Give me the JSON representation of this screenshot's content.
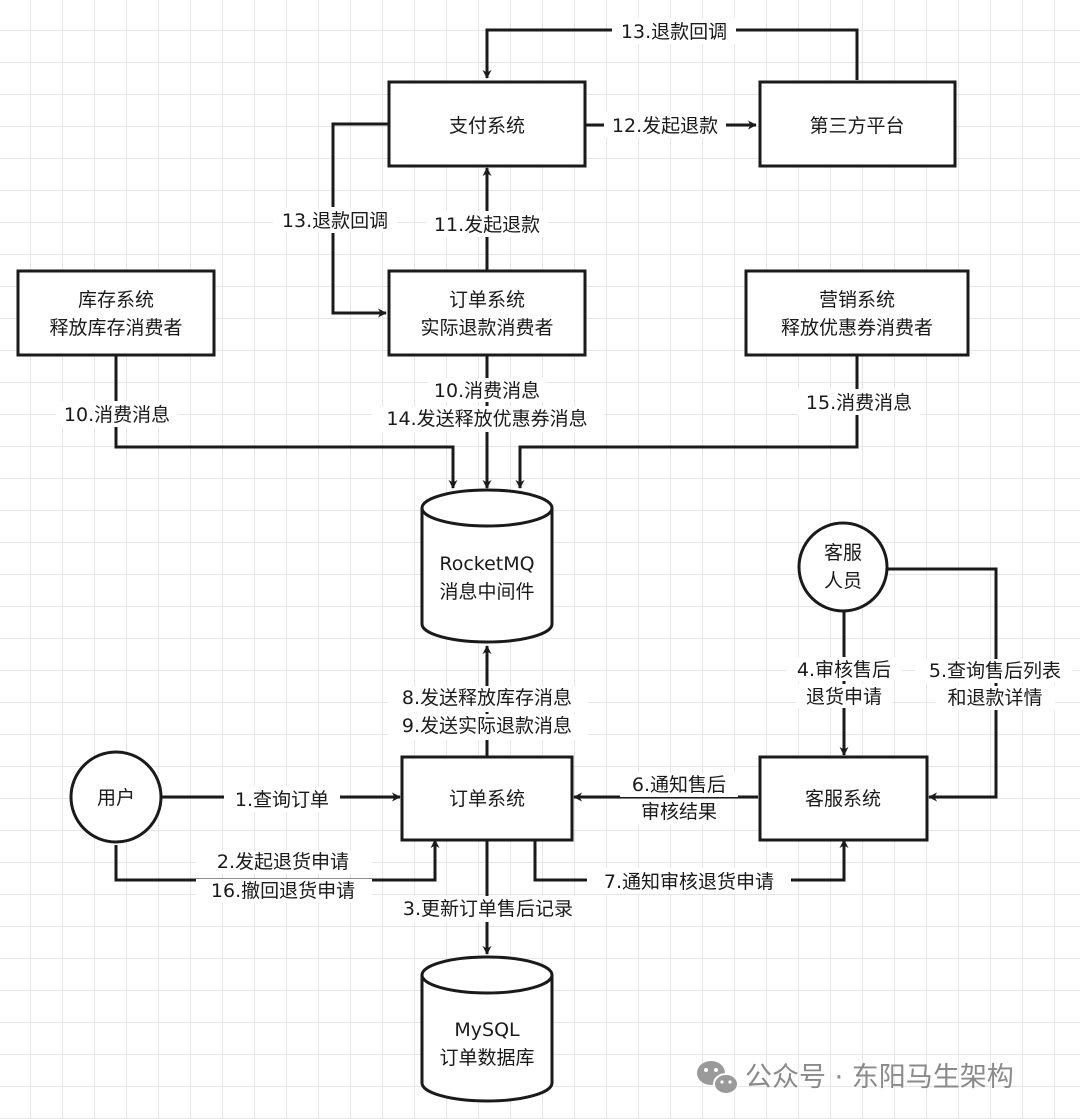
{
  "nodes": {
    "payment": "支付系统",
    "third_party": "第三方平台",
    "order_consumer": [
      "订单系统",
      "实际退款消费者"
    ],
    "inventory_consumer": [
      "库存系统",
      "释放库存消费者"
    ],
    "marketing_consumer": [
      "营销系统",
      "释放优惠券消费者"
    ],
    "rocketmq": [
      "RocketMQ",
      "消息中间件"
    ],
    "cs_staff": [
      "客服",
      "人员"
    ],
    "user": "用户",
    "order_system": "订单系统",
    "cs_system": "客服系统",
    "mysql": [
      "MySQL",
      "订单数据库"
    ]
  },
  "edges": {
    "e13_top": "13.退款回调",
    "e12": "12.发起退款",
    "e13_left": "13.退款回调",
    "e11": "11.发起退款",
    "e10_inventory": "10.消费消息",
    "e10_14": [
      "10.消费消息",
      "14.发送释放优惠券消息"
    ],
    "e15": "15.消费消息",
    "e8_9": [
      "8.发送释放库存消息",
      "9.发送实际退款消息"
    ],
    "e4": [
      "4.审核售后",
      "退货申请"
    ],
    "e5": [
      "5.查询售后列表",
      "和退款详情"
    ],
    "e1": "1.查询订单",
    "e6": [
      "6.通知售后",
      "审核结果"
    ],
    "e2_16": [
      "2.发起退货申请",
      "16.撤回退货申请"
    ],
    "e3": "3.更新订单售后记录",
    "e7": "7.通知审核退货申请"
  },
  "watermark": {
    "icon": "wechat-icon",
    "text": "公众号 · 东阳马生架构"
  }
}
